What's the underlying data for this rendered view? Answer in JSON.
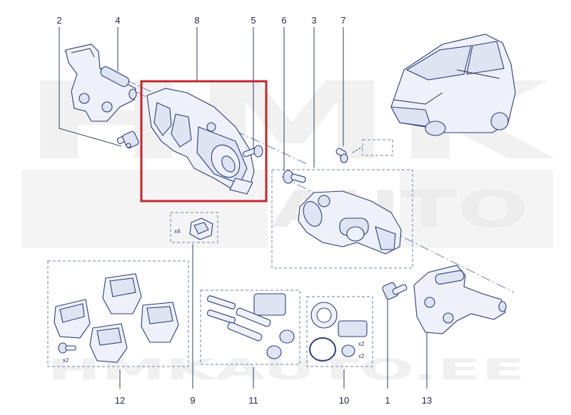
{
  "diagram": {
    "callouts": [
      "1",
      "2",
      "3",
      "4",
      "5",
      "6",
      "7",
      "8",
      "9",
      "10",
      "11",
      "12",
      "13"
    ],
    "multipliers": {
      "clips": "x4",
      "guide_bolts": "x2",
      "boot": "x2",
      "bleeder_boot": "x2"
    },
    "watermark": {
      "top": "HMK",
      "side": "AUTO",
      "bottom": "HMKAUTO.EE"
    },
    "colors": {
      "line": "#2e3e78",
      "fill": "#eef1fa",
      "highlight": "#c0282d",
      "watermark": "#f1f1f1"
    }
  }
}
